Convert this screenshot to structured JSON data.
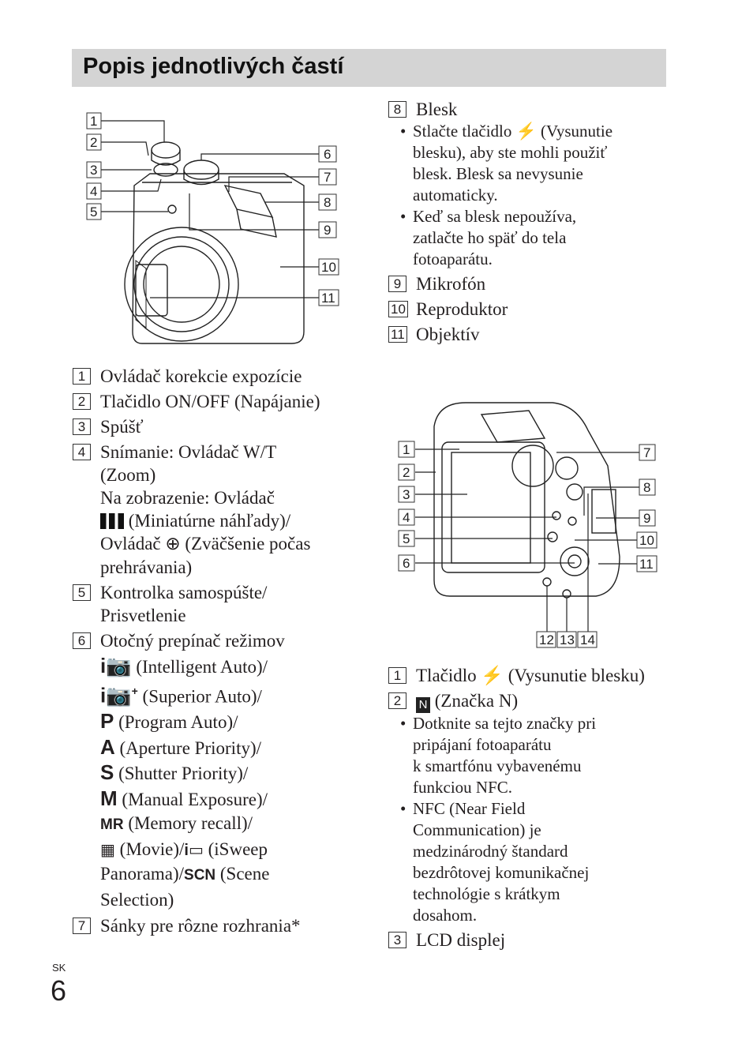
{
  "header": {
    "title": "Popis jednotlivých častí"
  },
  "front_view": {
    "callouts": [
      "1",
      "2",
      "3",
      "4",
      "5",
      "6",
      "7",
      "8",
      "9",
      "10",
      "11"
    ]
  },
  "front_list": [
    {
      "n": "1",
      "text": "Ovládač korekcie expozície"
    },
    {
      "n": "2",
      "text": "Tlačidlo ON/OFF (Napájanie)"
    },
    {
      "n": "3",
      "text": "Spúšť"
    },
    {
      "n": "4",
      "lines": [
        "Snímanie: Ovládač W/T",
        "(Zoom)",
        "Na zobrazenie: Ovládač"
      ],
      "thumb_text": "(Miniatúrne náhľady)/",
      "zoom_prefix": "Ovládač",
      "zoom_text": "(Zväčšenie počas",
      "zoom_text2": "prehrávania)"
    },
    {
      "n": "5",
      "lines": [
        "Kontrolka samospúšte/",
        "Prisvetlenie"
      ]
    },
    {
      "n": "6",
      "text": "Otočný prepínač režimov",
      "modes": [
        {
          "icon": "iO",
          "text": "(Intelligent Auto)/"
        },
        {
          "icon": "iO+",
          "text": "(Superior Auto)/"
        },
        {
          "icon": "P",
          "text": "(Program Auto)/"
        },
        {
          "icon": "A",
          "text": "(Aperture Priority)/"
        },
        {
          "icon": "S",
          "text": "(Shutter Priority)/"
        },
        {
          "icon": "M",
          "text": "(Manual Exposure)/"
        },
        {
          "icon": "MR",
          "text": "(Memory recall)/"
        }
      ],
      "movie_text": "(Movie)/",
      "sweep_text": "(iSweep",
      "panorama_text": "Panorama)/",
      "scn_icon": "SCN",
      "scene_text": "(Scene",
      "selection_text": "Selection)"
    },
    {
      "n": "7",
      "text": "Sánky pre rôzne rozhrania*"
    }
  ],
  "right_top_list": [
    {
      "n": "8",
      "text": "Blesk",
      "bullets": [
        [
          "Stlačte tlačidlo ⚡ (Vysunutie",
          "blesku), aby ste mohli použiť",
          "blesk. Blesk sa nevysunie",
          "automaticky."
        ],
        [
          "Keď sa blesk nepoužíva,",
          "zatlačte ho späť do tela",
          "fotoaparátu."
        ]
      ]
    },
    {
      "n": "9",
      "text": "Mikrofón"
    },
    {
      "n": "10",
      "text": "Reproduktor"
    },
    {
      "n": "11",
      "text": "Objektív"
    }
  ],
  "back_view": {
    "callouts_left": [
      "1",
      "2",
      "3",
      "4",
      "5",
      "6"
    ],
    "callouts_right": [
      "7",
      "8",
      "9",
      "10",
      "11"
    ],
    "callouts_bottom": [
      "12",
      "13",
      "14"
    ]
  },
  "back_list": [
    {
      "n": "1",
      "text": "Tlačidlo ⚡ (Vysunutie blesku)"
    },
    {
      "n": "2",
      "icon": "N",
      "text": "(Značka N)",
      "bullets": [
        [
          "Dotknite sa tejto značky pri",
          "pripájaní fotoaparátu",
          "k smartfónu vybavenému",
          "funkciou NFC."
        ],
        [
          "NFC (Near Field",
          "Communication) je",
          "medzinárodný štandard",
          "bezdrôtovej komunikačnej",
          "technológie s krátkym",
          "dosahom."
        ]
      ]
    },
    {
      "n": "3",
      "text": "LCD displej"
    }
  ],
  "footer": {
    "lang": "SK",
    "page": "6"
  }
}
